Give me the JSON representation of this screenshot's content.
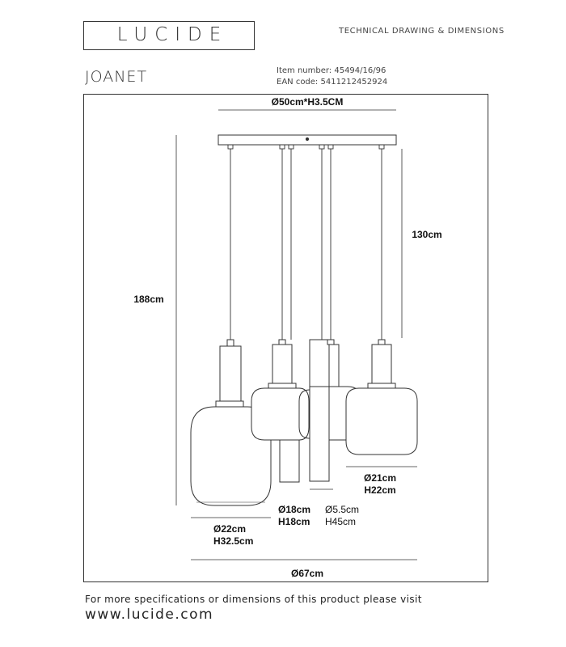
{
  "brand": {
    "logo_text": "LUCIDE"
  },
  "header": {
    "title": "TECHNICAL DRAWING & DIMENSIONS"
  },
  "product": {
    "name": "JOANET",
    "item_number": "Item number: 45494/16/96",
    "ean_code": "EAN code: 5411212452924"
  },
  "dimensions": {
    "canopy": "Ø50cm*H3.5CM",
    "total_height": "188cm",
    "cable_length": "130cm",
    "lamp_large_diameter": "Ø22cm",
    "lamp_large_height": "H32.5cm",
    "lamp_medium_diameter": "Ø18cm",
    "lamp_medium_height": "H18cm",
    "lamp_tube_diameter": "Ø5.5cm",
    "lamp_tube_height": "H45cm",
    "lamp_small_diameter": "Ø21cm",
    "lamp_small_height": "H22cm",
    "overall_width": "Ø67cm"
  },
  "footer": {
    "text": "For more specifications or dimensions of this product please visit",
    "url": "www.lucide.com"
  }
}
